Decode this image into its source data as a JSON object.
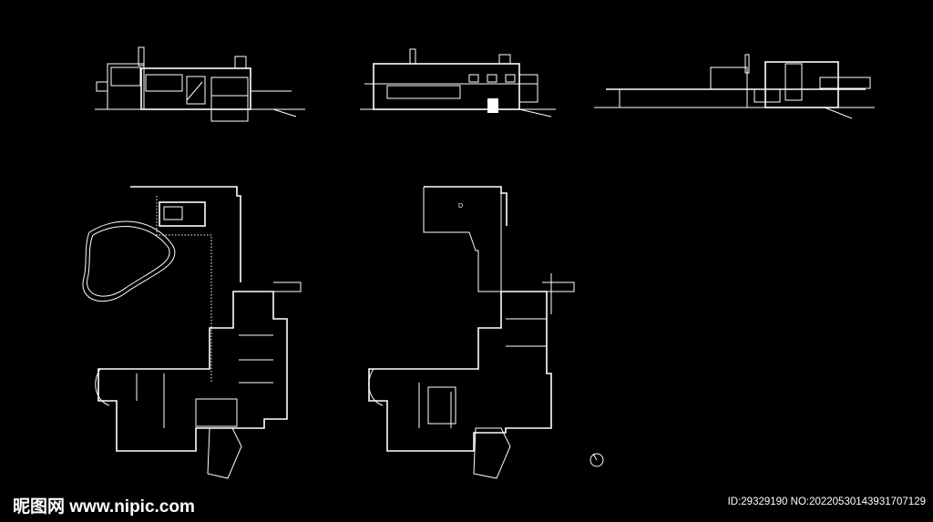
{
  "watermark": {
    "site": "昵图网 www.nipic.com",
    "id_text": "ID:29329190 NO:20220530143931707129"
  },
  "drawings": {
    "plan_label": "D"
  }
}
